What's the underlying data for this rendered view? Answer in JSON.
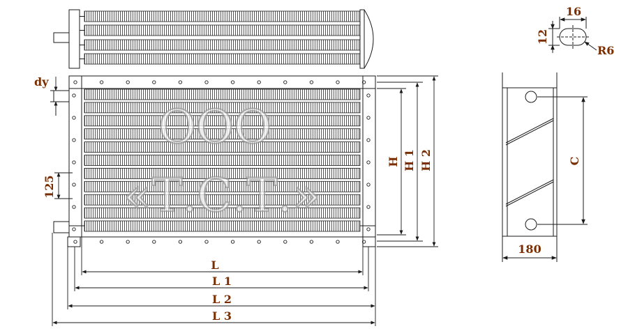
{
  "colors": {
    "line": "#1a1a1a",
    "label": "#7a2e00",
    "fin": "#555555",
    "watermark": "#b9b9b9"
  },
  "watermark": {
    "line1": "ООО",
    "line2": "«Т.С.Т.»"
  },
  "dims": {
    "dy": "dy",
    "pitch": "125",
    "H": "H",
    "H1": "H 1",
    "H2": "H 2",
    "C": "C",
    "width_side": "180",
    "L": "L",
    "L1": "L 1",
    "L2": "L 2",
    "L3": "L 3",
    "slot_w": "16",
    "slot_h": "12",
    "radius": "R6"
  }
}
